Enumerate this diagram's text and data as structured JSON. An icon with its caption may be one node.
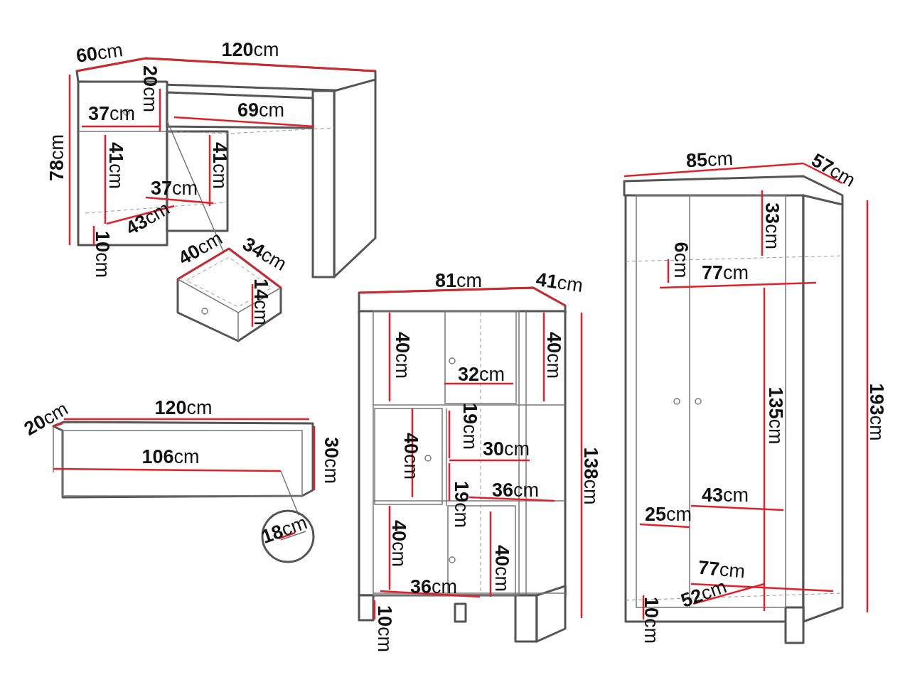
{
  "diagram": {
    "labels": [
      "**60**cm",
      "**120**cm",
      "**20**cm",
      "**37**cm",
      "**69**cm",
      "**78**cm",
      "**41**cm",
      "**41**cm",
      "**37**cm",
      "**43**cm",
      "**10**cm",
      "**40**cm",
      "**34**cm",
      "**14**cm",
      "**81**cm",
      "**41**cm",
      "**85**cm",
      "**57**cm",
      "**33**cm",
      "**6**cm",
      "**77**cm",
      "**40**cm",
      "**40**cm",
      "**32**cm",
      "**135**cm",
      "**193**cm",
      "**20**cm",
      "**120**cm",
      "**30**cm",
      "**106**cm",
      "**40**cm",
      "**19**cm",
      "**30**cm",
      "**138**cm",
      "**19**cm",
      "**36**cm",
      "**43**cm",
      "**25**cm",
      "**18**cm",
      "**40**cm",
      "**40**cm",
      "**36**cm",
      "**77**cm",
      "**52**cm",
      "**10**cm",
      "**10**cm"
    ]
  }
}
